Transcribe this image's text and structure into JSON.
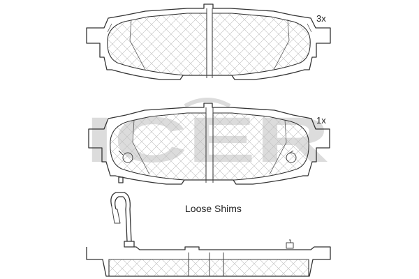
{
  "watermark": {
    "text": "ICER",
    "color": "#dcdcdc"
  },
  "pads": {
    "top": {
      "quantity": "3x"
    },
    "middle": {
      "quantity": "1x"
    }
  },
  "shims": {
    "label": "Loose Shims"
  },
  "colors": {
    "line": "#333333",
    "hatch": "#bdbdbd",
    "background": "#ffffff"
  }
}
